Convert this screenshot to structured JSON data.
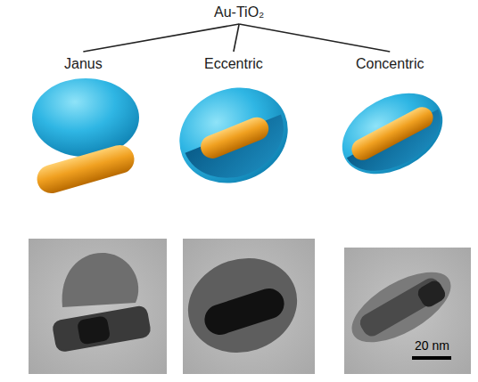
{
  "diagram": {
    "nodes": [
      {
        "text": [
          "Au-TiO₂"
        ]
      },
      {
        "text": [
          "Janus"
        ]
      },
      {
        "text": [
          "Eccentric"
        ]
      },
      {
        "text": [
          "Concentric"
        ]
      }
    ],
    "edges": [
      {
        "from": 0,
        "to": 1,
        "arrow": "none"
      },
      {
        "from": 0,
        "to": 2,
        "arrow": "none"
      },
      {
        "from": 0,
        "to": 3,
        "arrow": "none"
      }
    ],
    "labels": [
      "20 nm"
    ]
  }
}
